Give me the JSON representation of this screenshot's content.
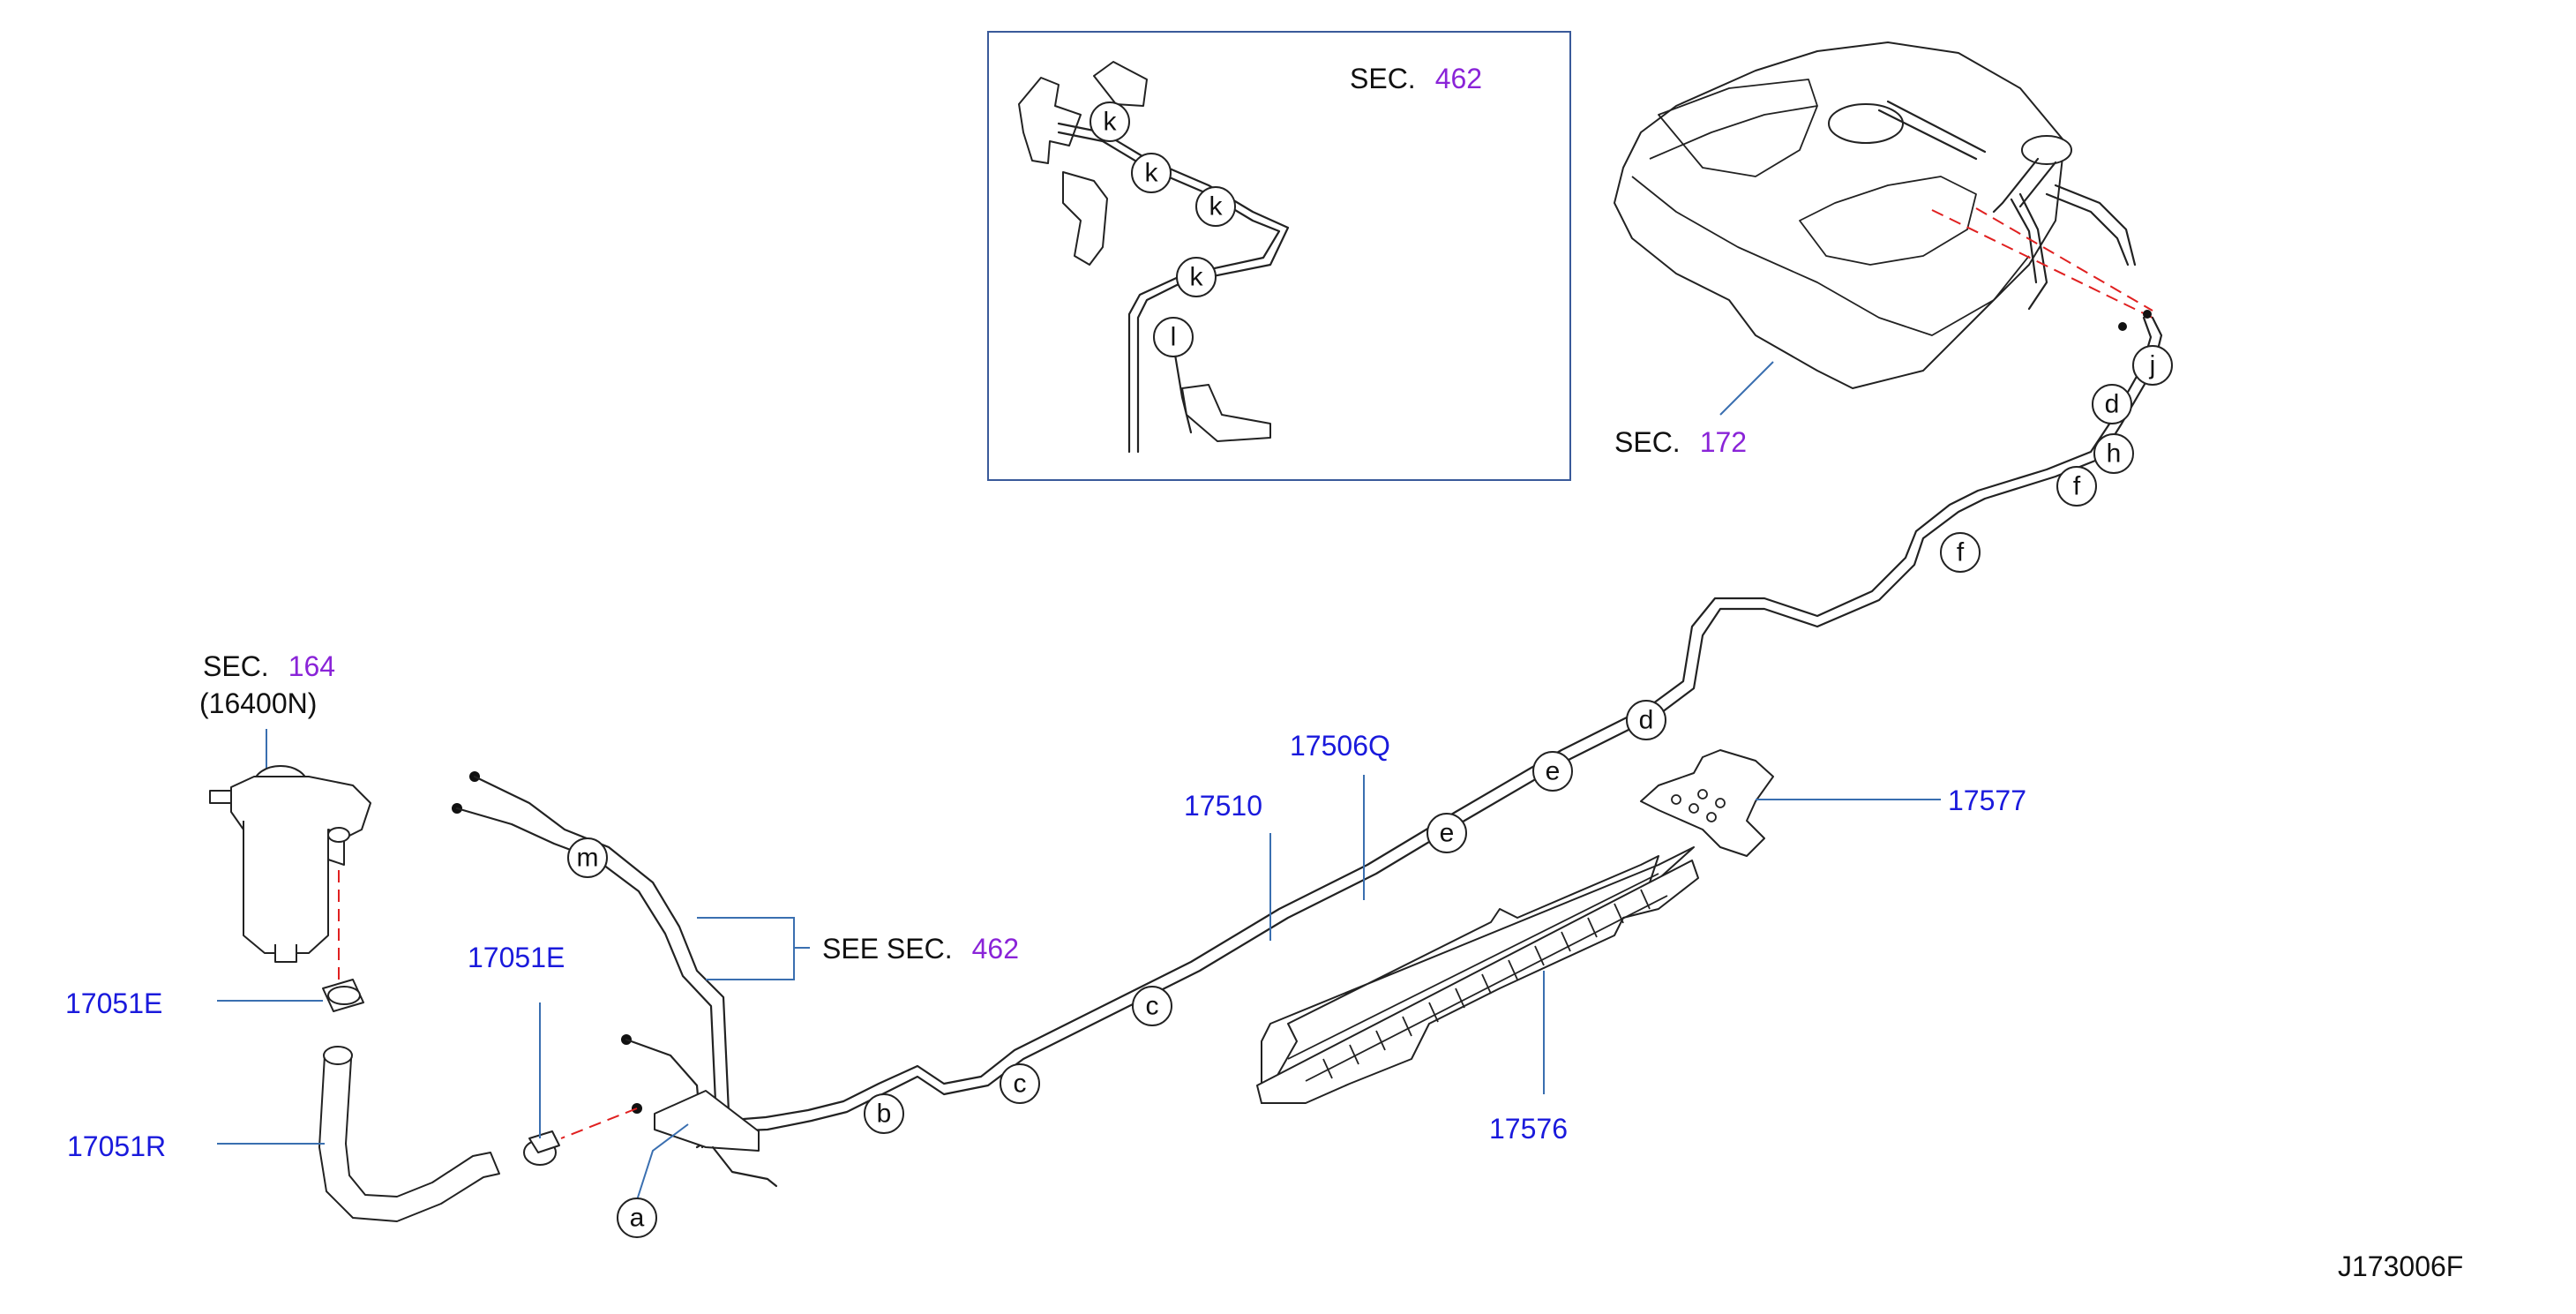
{
  "colors": {
    "part_number": "#1a1adc",
    "section_number": "#8a24d8",
    "leader": "#3a6fb0",
    "center_line": "#e02020"
  },
  "labels": {
    "sec_462_top": {
      "prefix": "SEC.",
      "num": "462"
    },
    "sec_172": {
      "prefix": "SEC.",
      "num": "172"
    },
    "sec_164": {
      "prefix": "SEC.",
      "num": "164"
    },
    "sec_164_sub": "(16400N)",
    "see_sec_462": {
      "prefix": "SEE  SEC.",
      "num": "462"
    },
    "pn_17051E_left": "17051E",
    "pn_17051R": "17051R",
    "pn_17051E_mid": "17051E",
    "pn_17506Q": "17506Q",
    "pn_17510": "17510",
    "pn_17577": "17577",
    "pn_17576": "17576",
    "figure_id": "J173006F"
  },
  "callouts": {
    "inset_k1": "k",
    "inset_k2": "k",
    "inset_k3": "k",
    "inset_k4": "k",
    "inset_l": "l",
    "j": "j",
    "d_top": "d",
    "h": "h",
    "f_upper": "f",
    "f_lower": "f",
    "d_mid": "d",
    "e_upper": "e",
    "e_lower": "e",
    "m": "m",
    "c_upper": "c",
    "c_lower": "c",
    "b": "b",
    "a": "a"
  }
}
